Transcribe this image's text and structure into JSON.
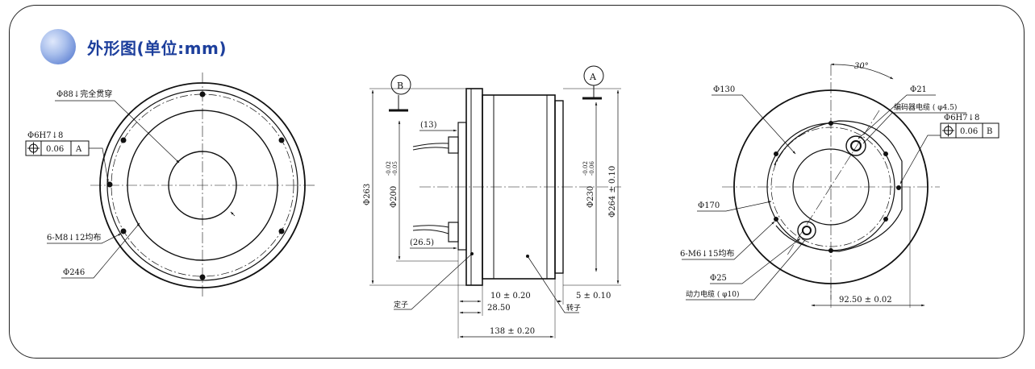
{
  "header": {
    "title": "外形图(单位:mm)"
  },
  "front_view": {
    "labels": {
      "thru_hole": "Φ88↓完全贯穿",
      "pin_hole": "Φ6H7↓8",
      "tolerance": "0.06",
      "datum": "A",
      "thread": "6-M8↓12均布",
      "bolt_circle": "Φ246"
    }
  },
  "side_view": {
    "labels": {
      "datum_b": "B",
      "datum_a": "A",
      "dim_13": "(13)",
      "dim_26_5": "(26.5)",
      "dia_263": "Φ263",
      "dia_200": "Φ200",
      "tol_200_upper": "-0.02",
      "tol_200_lower": "-0.05",
      "dia_230": "Φ230",
      "tol_230_upper": "-0.02",
      "tol_230_lower": "-0.06",
      "dia_264": "Φ264 ± 0.10",
      "len_10": "10 ± 0.20",
      "len_28_5": "28.50",
      "len_5": "5 ± 0.10",
      "len_138": "138 ± 0.20",
      "stator": "定子",
      "rotor": "转子"
    }
  },
  "rear_view": {
    "labels": {
      "angle": "30°",
      "dia_130": "Φ130",
      "dia_21": "Φ21",
      "encoder_cable": "编码器电缆 ( φ4.5)",
      "pin_hole": "Φ6H7↓8",
      "tolerance": "0.06",
      "datum": "B",
      "dia_170": "Φ170",
      "thread": "6-M6↓15均布",
      "dia_25": "Φ25",
      "power_cable": "动力电缆 ( φ10)",
      "offset": "92.50 ± 0.02"
    }
  }
}
